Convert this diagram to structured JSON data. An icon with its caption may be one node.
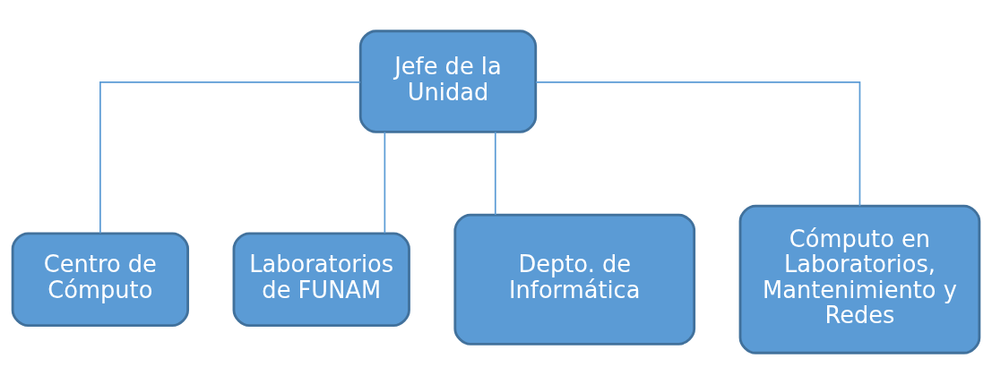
{
  "diagram": {
    "nodes": [
      {
        "text": [
          "Jefe de la Unidad"
        ]
      },
      {
        "text": [
          "Centro de Cómputo"
        ]
      },
      {
        "text": [
          "Laboratorios de FUNAM"
        ]
      },
      {
        "text": [
          "Depto. de Informática"
        ]
      },
      {
        "text": [
          "Cómputo en Laboratorios, Mantenimiento y Redes"
        ]
      }
    ],
    "edges": [
      {
        "from": 0,
        "to": 1,
        "arrow": "none"
      },
      {
        "from": 0,
        "to": 2,
        "arrow": "none"
      },
      {
        "from": 0,
        "to": 3,
        "arrow": "none"
      },
      {
        "from": 0,
        "to": 4,
        "arrow": "none"
      }
    ]
  }
}
